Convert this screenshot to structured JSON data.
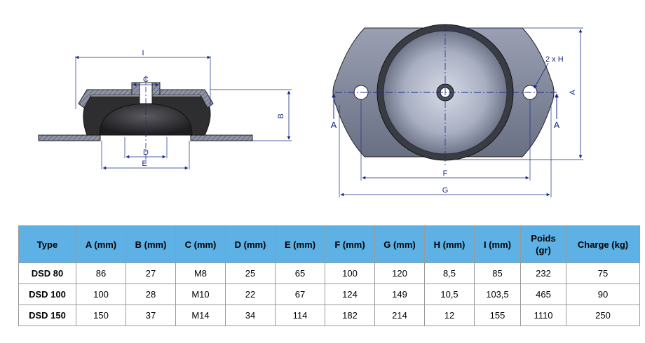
{
  "drawing": {
    "labels": {
      "I": "I",
      "C": "C",
      "B": "B",
      "D": "D",
      "E": "E",
      "H": "2 x H",
      "A": "A",
      "F": "F",
      "G": "G",
      "section_left": "A",
      "section_right": "A"
    }
  },
  "table": {
    "headers": [
      "Type",
      "A (mm)",
      "B (mm)",
      "C (mm)",
      "D (mm)",
      "E (mm)",
      "F (mm)",
      "G (mm)",
      "H (mm)",
      "I (mm)",
      "Poids (gr)",
      "Charge (kg)"
    ],
    "rows": [
      [
        "DSD 80",
        "86",
        "27",
        "M8",
        "25",
        "65",
        "100",
        "120",
        "8,5",
        "85",
        "232",
        "75"
      ],
      [
        "DSD 100",
        "100",
        "28",
        "M10",
        "22",
        "67",
        "124",
        "149",
        "10,5",
        "103,5",
        "465",
        "90"
      ],
      [
        "DSD 150",
        "150",
        "37",
        "M14",
        "34",
        "114",
        "182",
        "214",
        "12",
        "155",
        "1110",
        "250"
      ]
    ]
  },
  "colors": {
    "header_bg": "#5db1e4",
    "dimension_line": "#1a2a8a",
    "rubber": "#2e2e30",
    "metal": "#8a90a0"
  }
}
